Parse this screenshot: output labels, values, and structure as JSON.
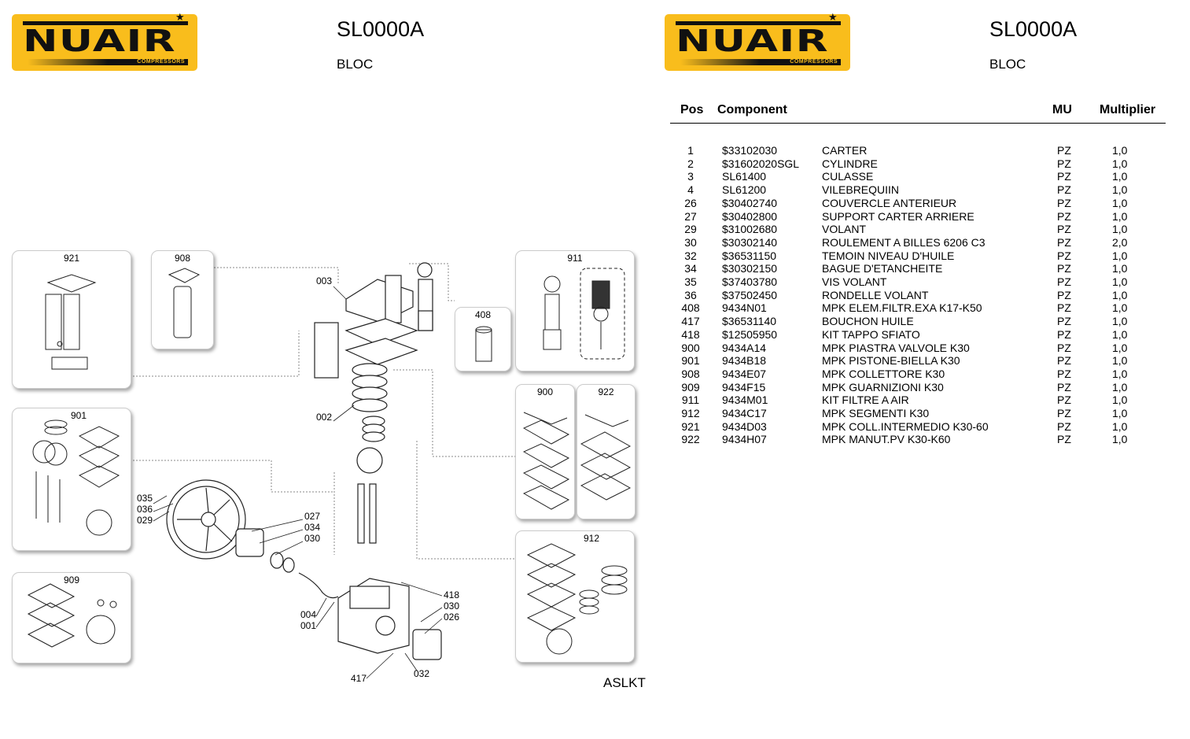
{
  "header": {
    "brand": "NUAIR",
    "brand_sub": "COMPRESSORS",
    "code": "SL0000A",
    "subtitle": "BLOC"
  },
  "diagram": {
    "panels": [
      "921",
      "908",
      "911",
      "408",
      "900",
      "922",
      "901",
      "909",
      "912"
    ],
    "callouts": {
      "c003": "003",
      "c002": "002",
      "c035": "035",
      "c036": "036",
      "c029": "029",
      "c027": "027",
      "c034": "034",
      "c030a": "030",
      "c004": "004",
      "c001": "001",
      "c418": "418",
      "c030b": "030",
      "c026": "026",
      "c417": "417",
      "c032": "032"
    },
    "model": "ASLKT"
  },
  "table": {
    "headers": {
      "pos": "Pos",
      "component": "Component",
      "mu": "MU",
      "multiplier": "Multiplier"
    },
    "rows": [
      {
        "pos": "1",
        "code": "$33102030",
        "desc": "CARTER",
        "mu": "PZ",
        "mult": "1,0"
      },
      {
        "pos": "2",
        "code": "$31602020SGL",
        "desc": "CYLINDRE",
        "mu": "PZ",
        "mult": "1,0"
      },
      {
        "pos": "3",
        "code": "SL61400",
        "desc": "CULASSE",
        "mu": "PZ",
        "mult": "1,0"
      },
      {
        "pos": "4",
        "code": "SL61200",
        "desc": "VILEBREQUIIN",
        "mu": "PZ",
        "mult": "1,0"
      },
      {
        "pos": "26",
        "code": "$30402740",
        "desc": "COUVERCLE ANTERIEUR",
        "mu": "PZ",
        "mult": "1,0"
      },
      {
        "pos": "27",
        "code": "$30402800",
        "desc": "SUPPORT CARTER ARRIERE",
        "mu": "PZ",
        "mult": "1,0"
      },
      {
        "pos": "29",
        "code": "$31002680",
        "desc": "VOLANT",
        "mu": "PZ",
        "mult": "1,0"
      },
      {
        "pos": "30",
        "code": "$30302140",
        "desc": "ROULEMENT A BILLES 6206 C3",
        "mu": "PZ",
        "mult": "2,0"
      },
      {
        "pos": "32",
        "code": "$36531150",
        "desc": "TEMOIN NIVEAU D'HUILE",
        "mu": "PZ",
        "mult": "1,0"
      },
      {
        "pos": "34",
        "code": "$30302150",
        "desc": "BAGUE D'ETANCHEITE",
        "mu": "PZ",
        "mult": "1,0"
      },
      {
        "pos": "35",
        "code": "$37403780",
        "desc": "VIS VOLANT",
        "mu": "PZ",
        "mult": "1,0"
      },
      {
        "pos": "36",
        "code": "$37502450",
        "desc": "RONDELLE  VOLANT",
        "mu": "PZ",
        "mult": "1,0"
      },
      {
        "pos": "408",
        "code": "9434N01",
        "desc": "MPK ELEM.FILTR.EXA K17-K50",
        "mu": "PZ",
        "mult": "1,0"
      },
      {
        "pos": "417",
        "code": "$36531140",
        "desc": "BOUCHON  HUILE",
        "mu": "PZ",
        "mult": "1,0"
      },
      {
        "pos": "418",
        "code": "$12505950",
        "desc": "KIT TAPPO SFIATO",
        "mu": "PZ",
        "mult": "1,0"
      },
      {
        "pos": "900",
        "code": "9434A14",
        "desc": "MPK PIASTRA VALVOLE K30",
        "mu": "PZ",
        "mult": "1,0"
      },
      {
        "pos": "901",
        "code": "9434B18",
        "desc": "MPK PISTONE-BIELLA K30",
        "mu": "PZ",
        "mult": "1,0"
      },
      {
        "pos": "908",
        "code": "9434E07",
        "desc": "MPK COLLETTORE K30",
        "mu": "PZ",
        "mult": "1,0"
      },
      {
        "pos": "909",
        "code": "9434F15",
        "desc": "MPK GUARNIZIONI K30",
        "mu": "PZ",
        "mult": "1,0"
      },
      {
        "pos": "911",
        "code": "9434M01",
        "desc": "KIT FILTRE A AIR",
        "mu": "PZ",
        "mult": "1,0"
      },
      {
        "pos": "912",
        "code": "9434C17",
        "desc": "MPK SEGMENTI K30",
        "mu": "PZ",
        "mult": "1,0"
      },
      {
        "pos": "921",
        "code": "9434D03",
        "desc": "MPK COLL.INTERMEDIO K30-60",
        "mu": "PZ",
        "mult": "1,0"
      },
      {
        "pos": "922",
        "code": "9434H07",
        "desc": "MPK MANUT.PV K30-K60",
        "mu": "PZ",
        "mult": "1,0"
      }
    ]
  },
  "colors": {
    "brand": "#f9bd1c"
  }
}
